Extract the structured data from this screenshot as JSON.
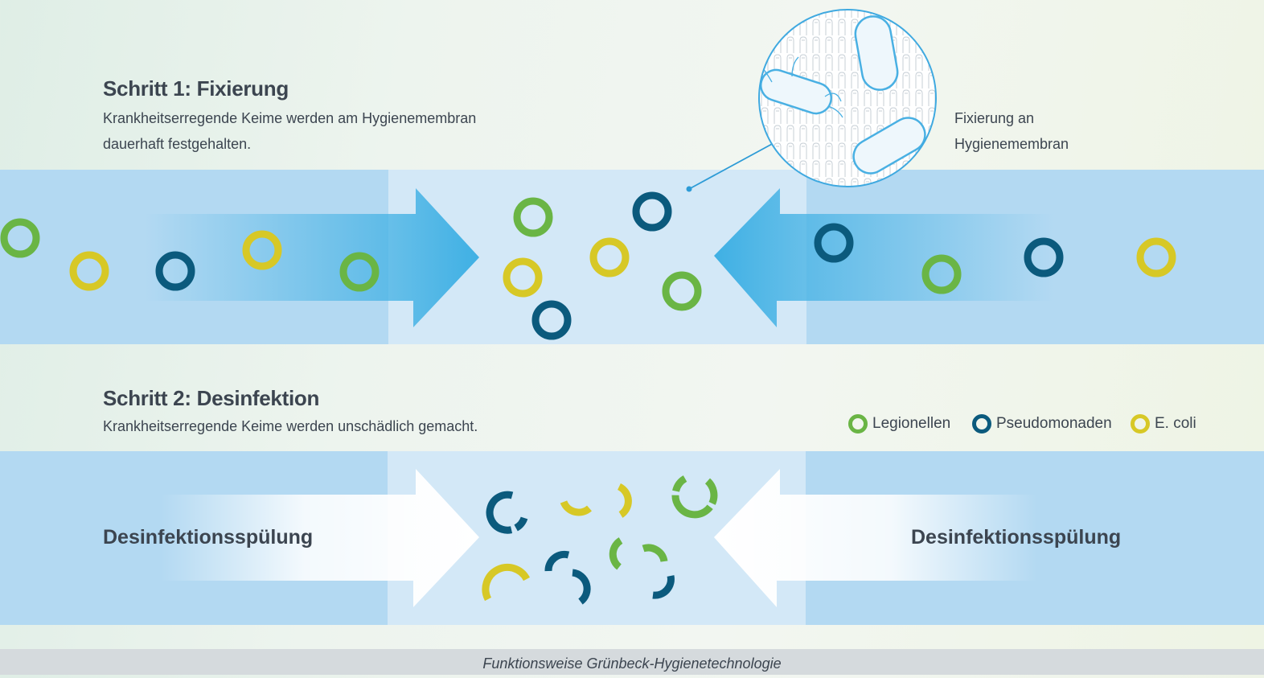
{
  "step1": {
    "title": "Schritt 1: Fixierung",
    "description_line1": "Krankheitserregende Keime werden am Hygienemembran",
    "description_line2": "dauerhaft festgehalten."
  },
  "callout": {
    "line1": "Fixierung an",
    "line2": "Hygienemembran"
  },
  "step2": {
    "title": "Schritt 2: Desinfektion",
    "description": "Krankheitserregende Keime werden unschädlich gemacht."
  },
  "legend": [
    {
      "label": "Legionellen",
      "color": "#6ab545"
    },
    {
      "label": "Pseudomonaden",
      "color": "#0b5a7d"
    },
    {
      "label": "E. coli",
      "color": "#d7c826"
    }
  ],
  "flush": {
    "left_label": "Desinfektionsspülung",
    "right_label": "Desinfektionsspülung"
  },
  "footer": {
    "caption": "Funktionsweise Grünbeck-Hygienetechnologie"
  },
  "colors": {
    "band_side": "#b3d9f2",
    "band_mid": "#d3e8f7",
    "arrow_blue": "#3fb0e4",
    "membrane_outline": "#3fa9e0"
  }
}
